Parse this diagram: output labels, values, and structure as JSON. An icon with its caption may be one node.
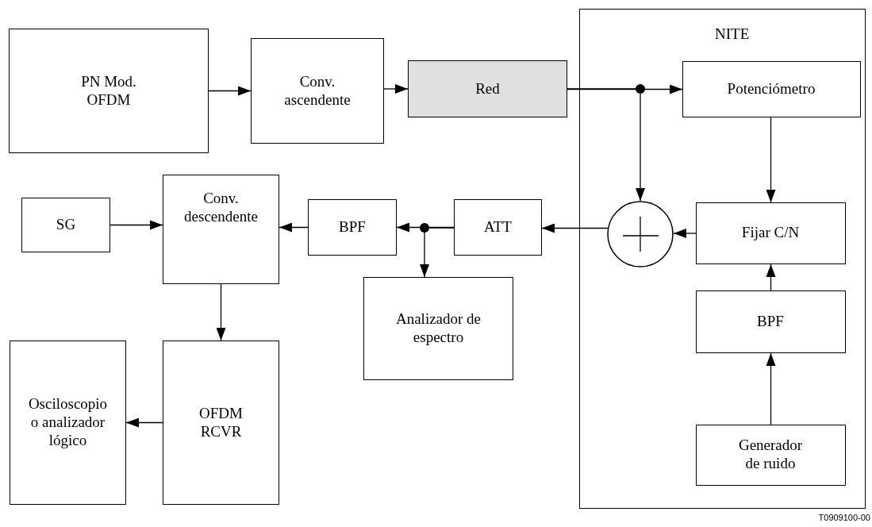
{
  "diagram": {
    "nodes": [
      {
        "text": [
          "PN Mod. OFDM"
        ]
      },
      {
        "text": [
          "Conv. ascendente"
        ]
      },
      {
        "text": [
          "Red"
        ]
      },
      {
        "text": [
          "NITE"
        ]
      },
      {
        "text": [
          "Potenciómetro"
        ],
        "in": 3
      },
      {
        "text": [],
        "shape": "circle",
        "in": 3
      },
      {
        "text": [
          "Fijar C/N"
        ],
        "in": 3
      },
      {
        "text": [
          "BPF"
        ],
        "in": 3
      },
      {
        "text": [
          "Generador de ruido"
        ],
        "in": 3
      },
      {
        "text": [
          "SG"
        ]
      },
      {
        "text": [
          "Conv. descendente"
        ]
      },
      {
        "text": [
          "BPF"
        ]
      },
      {
        "text": [
          "ATT"
        ]
      },
      {
        "text": [
          "Analizador de espectro"
        ]
      },
      {
        "text": [
          "Osciloscopio o analizador lógico"
        ]
      },
      {
        "text": [
          "OFDM RCVR"
        ]
      }
    ],
    "edges": [
      {
        "from": 0,
        "to": 1,
        "arrow": "to"
      },
      {
        "from": 1,
        "to": 2,
        "arrow": "to"
      },
      {
        "from": 2,
        "to": 4,
        "arrow": "to"
      },
      {
        "from": 2,
        "to": 5,
        "arrow": "to"
      },
      {
        "from": 4,
        "to": 6,
        "arrow": "to"
      },
      {
        "from": 8,
        "to": 7,
        "arrow": "to"
      },
      {
        "from": 7,
        "to": 6,
        "arrow": "to"
      },
      {
        "from": 6,
        "to": 5,
        "arrow": "to"
      },
      {
        "from": 5,
        "to": 12,
        "arrow": "to"
      },
      {
        "from": 12,
        "to": 11,
        "arrow": "to"
      },
      {
        "from": 12,
        "to": 13,
        "arrow": "to"
      },
      {
        "from": 11,
        "to": 10,
        "arrow": "to"
      },
      {
        "from": 9,
        "to": 10,
        "arrow": "to"
      },
      {
        "from": 10,
        "to": 15,
        "arrow": "to"
      },
      {
        "from": 15,
        "to": 14,
        "arrow": "to"
      }
    ],
    "labels": [
      "T0909100-00"
    ]
  }
}
